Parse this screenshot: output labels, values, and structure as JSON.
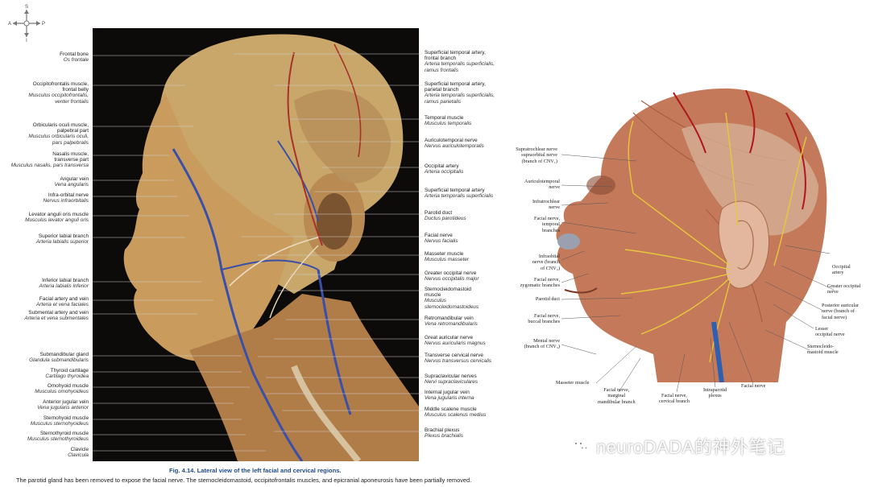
{
  "compass": {
    "top": "S",
    "left": "A",
    "right": "P",
    "bottom": "I"
  },
  "photo_labels_left": [
    {
      "en": "Frontal bone",
      "la": "Os frontale"
    },
    {
      "en": "Occipitofrontalis muscle,\nfrontal belly",
      "la": "Musculus occipitofrontalis,\nventer frontalis"
    },
    {
      "en": "Orbicularis oculi muscle,\npalpebral part",
      "la": "Musculus orbicularis oculi,\npars palpebralis"
    },
    {
      "en": "Nasalis muscle,\ntransverse part",
      "la": "Musculus nasalis, pars transversa"
    },
    {
      "en": "Angular vein",
      "la": "Vena angularis"
    },
    {
      "en": "Infra-orbital nerve",
      "la": "Nervus infraorbitalis"
    },
    {
      "en": "Levator anguli oris muscle",
      "la": "Musculus levator anguli oris"
    },
    {
      "en": "Superior labial branch",
      "la": "Arteria labialis superior"
    },
    {
      "en": "Inferior labial branch",
      "la": "Arteria labialis inferior"
    },
    {
      "en": "Facial artery and vein",
      "la": "Arteria et vena faciales"
    },
    {
      "en": "Submental artery and vein",
      "la": "Arteria et vena submentales"
    },
    {
      "en": "Submandibular gland",
      "la": "Glandula submandibularis"
    },
    {
      "en": "Thyroid cartilage",
      "la": "Cartilago thyroidea"
    },
    {
      "en": "Omohyoid muscle",
      "la": "Musculus omohyoideus"
    },
    {
      "en": "Anterior jugular vein",
      "la": "Vena jugularis anterior"
    },
    {
      "en": "Sternohyoid muscle",
      "la": "Musculus sternohyoideus"
    },
    {
      "en": "Sternothyroid muscle",
      "la": "Musculus sternothyroideus"
    },
    {
      "en": "Clavicle",
      "la": "Clavicula"
    }
  ],
  "photo_labels_right": [
    {
      "en": "Superficial temporal artery,\nfrontal branch",
      "la": "Arteria temporalis superficialis,\nramus frontalis"
    },
    {
      "en": "Superficial temporal artery,\nparietal branch",
      "la": "Arteria temporalis superficialis,\nramus parietalis"
    },
    {
      "en": "Temporal muscle",
      "la": "Musculus temporalis"
    },
    {
      "en": "Auriculotemporal nerve",
      "la": "Nervus auriculotemporalis"
    },
    {
      "en": "Occipital artery",
      "la": "Arteria occipitalis"
    },
    {
      "en": "Superficial temporal artery",
      "la": "Arteria temporalis superficialis"
    },
    {
      "en": "Parotid duct",
      "la": "Ductus parotideus"
    },
    {
      "en": "Facial nerve",
      "la": "Nervus facialis"
    },
    {
      "en": "Masseter muscle",
      "la": "Musculus masseter"
    },
    {
      "en": "Greater occipital nerve",
      "la": "Nervus occipitalis major"
    },
    {
      "en": "Sternocleidomastoid\nmuscle",
      "la": "Musculus\nsternocleidomastoideus"
    },
    {
      "en": "Retromandibular vein",
      "la": "Vena retromandibularis"
    },
    {
      "en": "Great auricular nerve",
      "la": "Nervus auricularis magnus"
    },
    {
      "en": "Transverse cervical nerve",
      "la": "Nervus transversus cervicalis"
    },
    {
      "en": "Supraclavicular nerves",
      "la": "Nervi supraclaviculares"
    },
    {
      "en": "Internal jugular vein",
      "la": "Vena jugularis interna"
    },
    {
      "en": "Middle scalene muscle",
      "la": "Musculus scalenus medius"
    },
    {
      "en": "Brachial plexus",
      "la": "Plexus brachialis"
    }
  ],
  "illustration_labels": {
    "supratrochlear": "Supratrochlear nerve\nsupraorbital nerve\n(branch of CNV₁)",
    "auriculotemporal": "Auriculotemporal\nnerve",
    "infratrochlear": "Infratrochlear\nnerve",
    "facial_temporal": "Facial nerve,\ntemporal\nbranches",
    "infraorbital": "Infraobital\nnerve (branch\nof CNV₂)",
    "facial_zygomatic": "Facial nerve,\nzygomatic branches",
    "parotid_duct": "Parotid duct",
    "facial_buccal": "Facial nerve,\nbuccal branches",
    "mental": "Mental nerve\n(branch of CNV₃)",
    "masseter": "Masseter muscle",
    "facial_marginal": "Facial nerve,\nmarginal\nmandibular branch",
    "facial_cervical": "Facial nerve,\ncervical branch",
    "intraparotid": "Intraparotid\nplexus",
    "facial_nerve": "Facial nerve",
    "occipital_artery": "Occipital\nartery",
    "greater_occipital": "Greater occipital\nnerve",
    "posterior_auricular": "Posterior auricular\nnerve (branch of\nfacial nerve)",
    "lesser_occipital": "Lesser\noccipital nerve",
    "sternocleido": "Sternocleido-\nmastoid muscle"
  },
  "caption": {
    "title": "Fig. 4.14.  Lateral view of the left facial and cervical regions.",
    "body": "The parotid gland has been removed to expose the facial nerve. The sternocleidomastoid, occipitofrontalis muscles, and epicranial aponeurosis have been partially removed."
  },
  "watermark": {
    "text": "neuroDADA的神外笔记",
    "icon": "wechat-icon"
  }
}
